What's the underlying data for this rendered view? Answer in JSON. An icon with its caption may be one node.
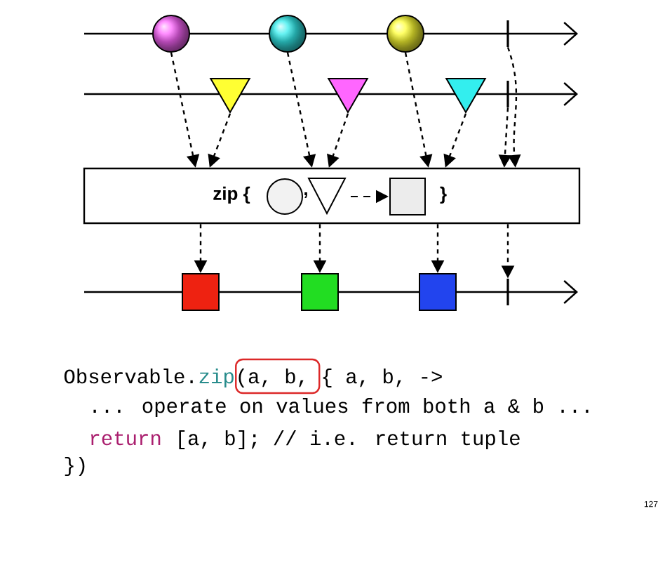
{
  "diagram": {
    "nodes": [
      {
        "text": [],
        "shape": "circle"
      },
      {
        "text": [],
        "shape": "circle"
      },
      {
        "text": [],
        "shape": "circle"
      },
      {
        "text": [],
        "shape": "bar"
      },
      {
        "text": [],
        "shape": "triangle"
      },
      {
        "text": [],
        "shape": "triangle"
      },
      {
        "text": [],
        "shape": "triangle"
      },
      {
        "text": [],
        "shape": "bar"
      },
      {
        "text": [
          "zip {",
          ",",
          "}"
        ]
      },
      {
        "text": [],
        "shape": "box"
      },
      {
        "text": [],
        "shape": "box"
      },
      {
        "text": [],
        "shape": "box"
      },
      {
        "text": [],
        "shape": "bar"
      }
    ],
    "edges": [
      {
        "from": 0,
        "to": 8,
        "arrow": "to",
        "style": "dashed"
      },
      {
        "from": 4,
        "to": 8,
        "arrow": "to",
        "style": "dashed"
      },
      {
        "from": 1,
        "to": 8,
        "arrow": "to",
        "style": "dashed"
      },
      {
        "from": 5,
        "to": 8,
        "arrow": "to",
        "style": "dashed"
      },
      {
        "from": 2,
        "to": 8,
        "arrow": "to",
        "style": "dashed"
      },
      {
        "from": 6,
        "to": 8,
        "arrow": "to",
        "style": "dashed"
      },
      {
        "from": 3,
        "to": 8,
        "arrow": "to",
        "style": "dashed"
      },
      {
        "from": 7,
        "to": 8,
        "arrow": "to",
        "style": "dashed"
      },
      {
        "from": 8,
        "to": 9,
        "arrow": "to",
        "style": "dashed"
      },
      {
        "from": 8,
        "to": 10,
        "arrow": "to",
        "style": "dashed"
      },
      {
        "from": 8,
        "to": 11,
        "arrow": "to",
        "style": "dashed"
      },
      {
        "from": 8,
        "to": 12,
        "arrow": "to",
        "style": "dashed"
      }
    ],
    "labels": [
      "Observable.",
      "zip",
      "(a, b, { a, b, ->",
      "... operate on values from both a & b ...",
      "return",
      "[a, b]; // i.e. return tuple",
      "})",
      "127"
    ]
  }
}
